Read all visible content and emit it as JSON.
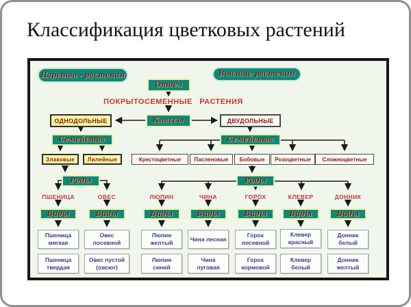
{
  "title": "Классификация цветковых растений",
  "colors": {
    "teal_box": "#0f8878",
    "teal_box_border": "#e9f0a6",
    "yellow_box": "#fbf6a0",
    "white_box": "#fdf8f3",
    "rank_text": "#741f14",
    "taxon_text": "#8a2015",
    "red_text": "#c23a2b",
    "species_text": "#3b3b8f",
    "panel_background": "#f1f6ec",
    "panel_border": "#161616"
  },
  "diagram": {
    "kingdom": "Царство - растения",
    "higher_plants": "Высшие растения",
    "division": "Отдел",
    "angiosperms": "ПОКРЫТОСЕМЕННЫЕ РАСТЕНИЯ",
    "classes": "Классы",
    "monocots": "ОДНОДОЛЬНЫЕ",
    "dicots": "ДВУДОЛЬНЫЕ",
    "families_left": "Семейства",
    "families_right": "Семейства",
    "mono_families": [
      "Злаковые",
      "Лилейные"
    ],
    "dicot_families": [
      "Крестоцветные",
      "Пасленовые",
      "Бобовые",
      "Розоцветные",
      "Сложноцветные"
    ],
    "genera_left": "Роды",
    "genera_right": "Роды",
    "genera": [
      "ПШЕНИЦА",
      "ОВЕС",
      "ЛЮПИН",
      "ЧИНА",
      "ГОРОХ",
      "КЛЕВЕР",
      "ДОННИК"
    ],
    "species_label": "Виды",
    "species_row1": [
      "Пшеница мягкая",
      "Овес посевной",
      "Люпин желтый",
      "Чина лесная",
      "Горох посевной",
      "Клевер красный",
      "Донник белый"
    ],
    "species_row2": [
      "Пшеница твердая",
      "Овес пустой (овсюг)",
      "Люпин синий",
      "Чина луговая",
      "Горох кормовой",
      "Клевер белый",
      "Донник желтый"
    ]
  }
}
